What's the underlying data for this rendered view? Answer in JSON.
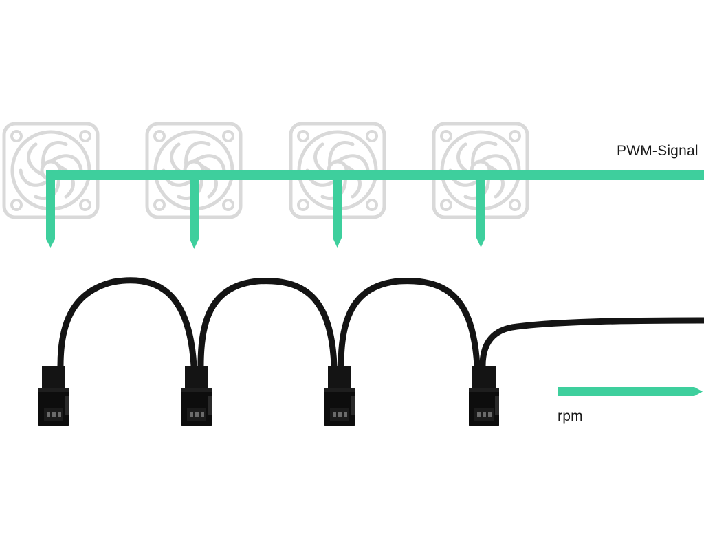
{
  "labels": {
    "pwm_signal": "PWM-Signal",
    "rpm": "rpm"
  },
  "colors": {
    "signal": "#3ecf9d",
    "fan_outline": "#d9d9d9",
    "cable": "#141414",
    "background": "#ffffff"
  },
  "fans": [
    {
      "id": "fan-1",
      "icon": "fan-icon"
    },
    {
      "id": "fan-2",
      "icon": "fan-icon"
    },
    {
      "id": "fan-3",
      "icon": "fan-icon"
    },
    {
      "id": "fan-4",
      "icon": "fan-icon"
    }
  ],
  "connectors": [
    {
      "id": "connector-1",
      "icon": "fan-connector-icon"
    },
    {
      "id": "connector-2",
      "icon": "fan-connector-icon"
    },
    {
      "id": "connector-3",
      "icon": "fan-connector-icon"
    },
    {
      "id": "connector-4",
      "icon": "fan-connector-icon"
    }
  ]
}
